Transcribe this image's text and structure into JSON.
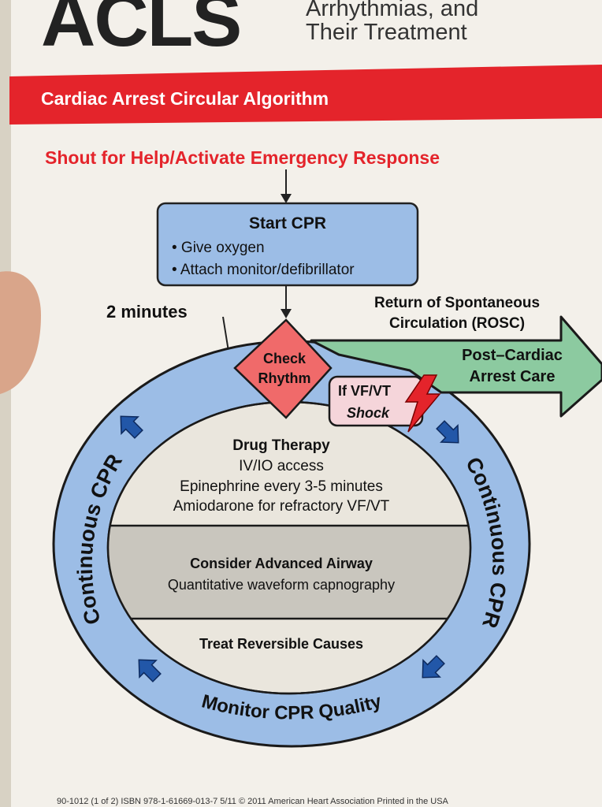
{
  "header": {
    "title_logo": "ACLS",
    "subtitle_line1": "Arrhythmias, and",
    "subtitle_line2": "Their Treatment"
  },
  "banner": {
    "text": "Cardiac Arrest Circular Algorithm"
  },
  "diagram": {
    "shout": "Shout for Help/Activate Emergency Response",
    "start_cpr": {
      "title": "Start CPR",
      "bullets": [
        "• Give oxygen",
        "• Attach monitor/defibrillator"
      ]
    },
    "two_minutes": "2 minutes",
    "rosc_line1": "Return of Spontaneous",
    "rosc_line2": "Circulation (ROSC)",
    "post_care_line1": "Post–Cardiac",
    "post_care_line2": "Arrest Care",
    "check_rhythm_line1": "Check",
    "check_rhythm_line2": "Rhythm",
    "shock_line1": "If VF/VT",
    "shock_line2": "Shock",
    "drug": {
      "title": "Drug Therapy",
      "lines": [
        "IV/IO access",
        "Epinephrine every 3-5 minutes",
        "Amiodarone for refractory VF/VT"
      ]
    },
    "airway": {
      "title": "Consider Advanced Airway",
      "line": "Quantitative waveform capnography"
    },
    "reversible": "Treat Reversible Causes",
    "ring_left": "Continuous CPR",
    "ring_right": "Continuous CPR",
    "ring_bottom": "Monitor CPR Quality"
  },
  "footer": {
    "text": "90-1012  (1 of 2)    ISBN 978-1-61669-013-7    5/11    © 2011 American Heart Association    Printed in the USA"
  },
  "colors": {
    "red": "#e4242b",
    "blue": "#9cbde6",
    "dark_blue": "#2257a8",
    "green": "#8ccaa0",
    "pink": "#f06a6a",
    "gray": "#c9c6be",
    "cream": "#eae6dd"
  }
}
